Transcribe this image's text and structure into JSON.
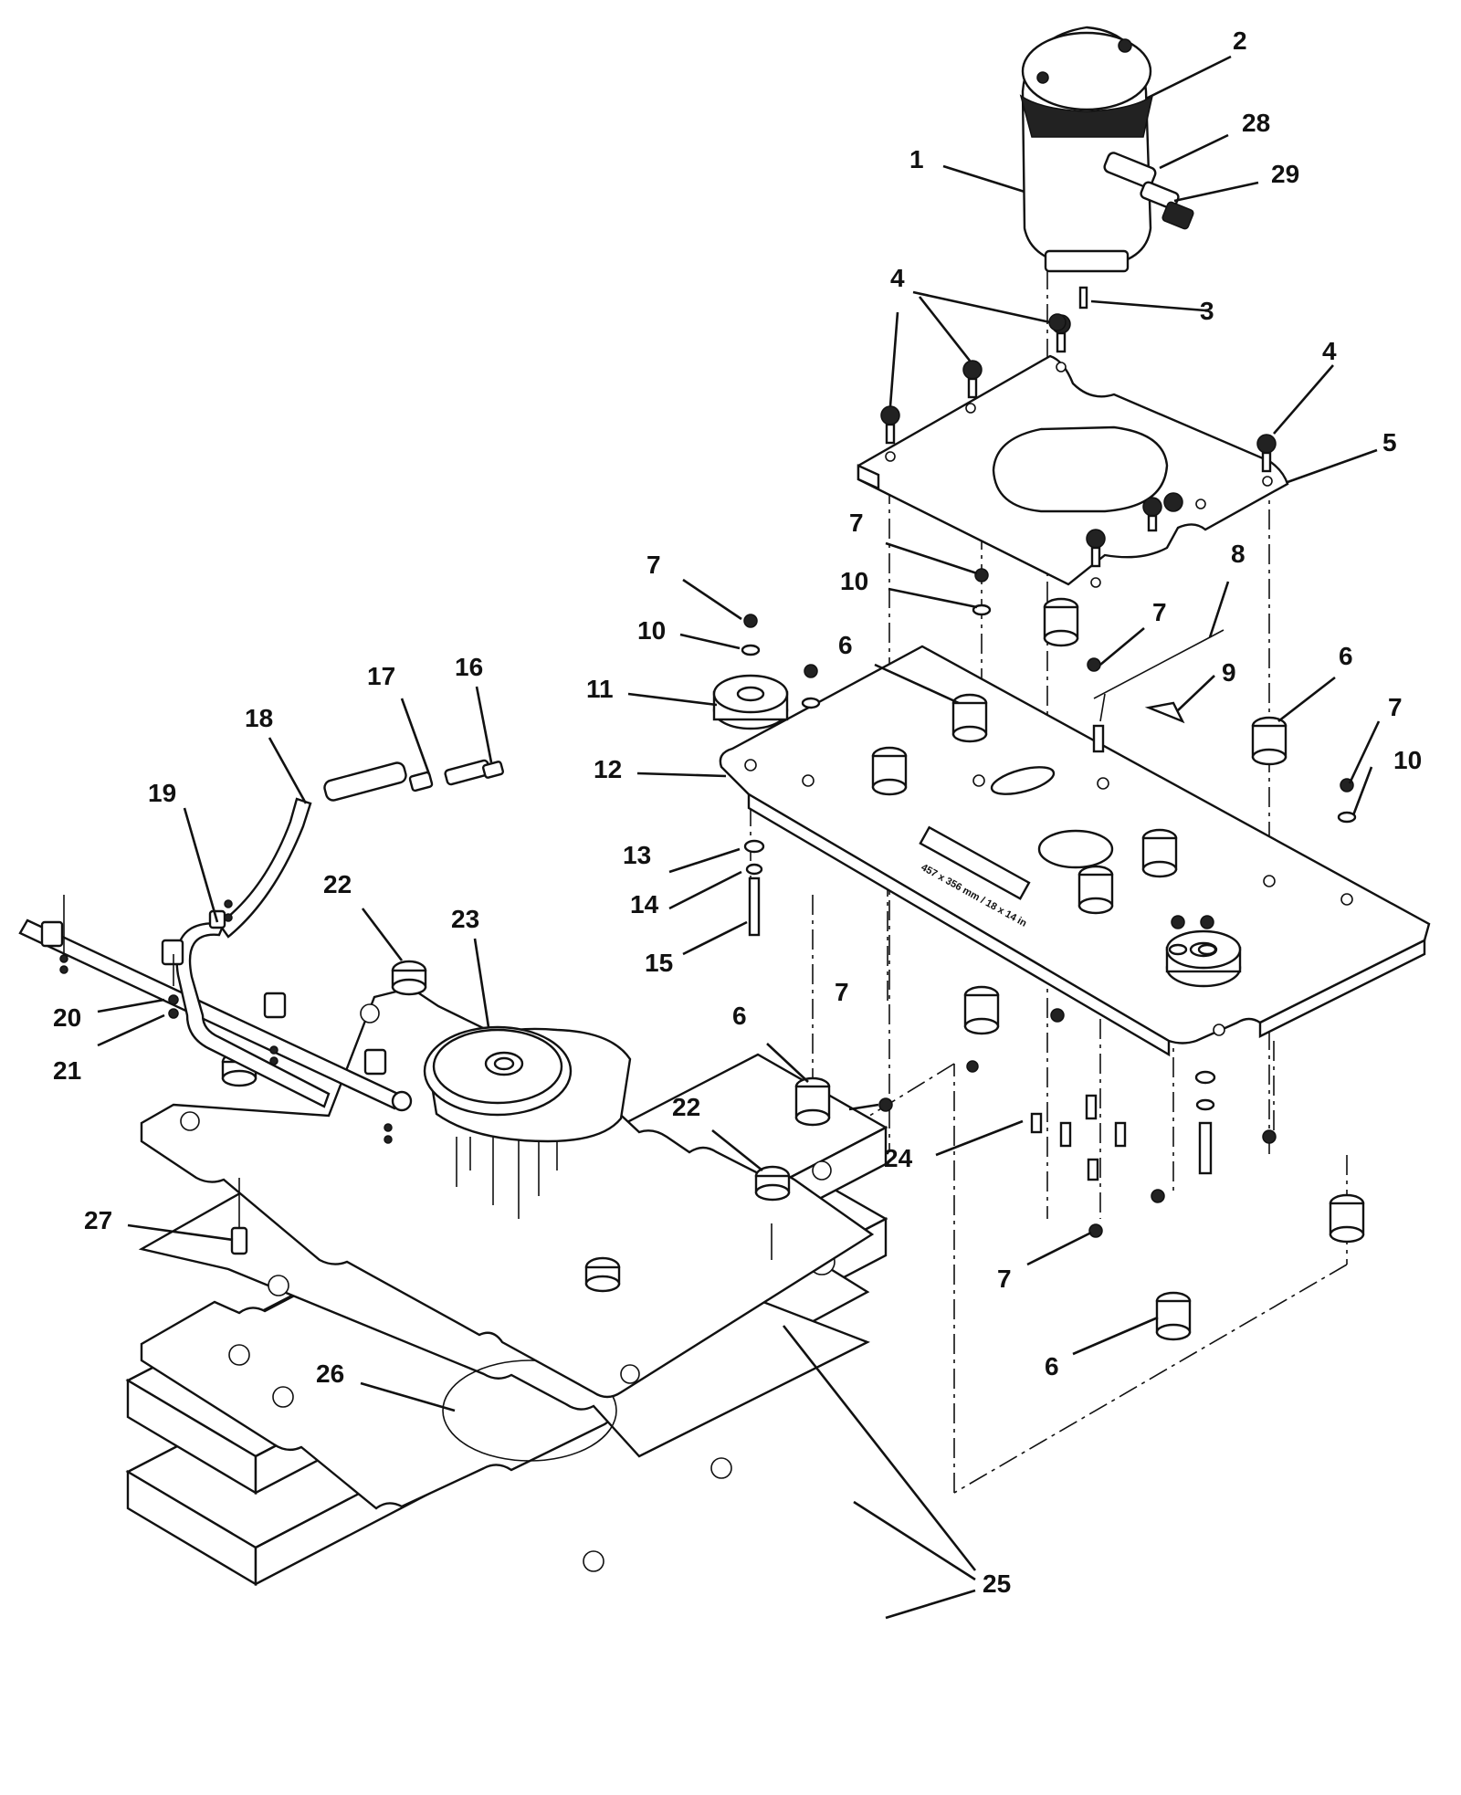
{
  "diagram": {
    "plate_label": "457 x 356 mm / 18 x 14 in",
    "callouts": [
      {
        "id": "c1",
        "label": "1"
      },
      {
        "id": "c2",
        "label": "2"
      },
      {
        "id": "c28",
        "label": "28"
      },
      {
        "id": "c29",
        "label": "29"
      },
      {
        "id": "c3",
        "label": "3"
      },
      {
        "id": "c4a",
        "label": "4"
      },
      {
        "id": "c4b",
        "label": "4"
      },
      {
        "id": "c5",
        "label": "5"
      },
      {
        "id": "c7a",
        "label": "7"
      },
      {
        "id": "c10a",
        "label": "10"
      },
      {
        "id": "c8",
        "label": "8"
      },
      {
        "id": "c7b",
        "label": "7"
      },
      {
        "id": "c9",
        "label": "9"
      },
      {
        "id": "c6a",
        "label": "6"
      },
      {
        "id": "c6b",
        "label": "6"
      },
      {
        "id": "c7c",
        "label": "7"
      },
      {
        "id": "c10b",
        "label": "10"
      },
      {
        "id": "c7d",
        "label": "7"
      },
      {
        "id": "c10c",
        "label": "10"
      },
      {
        "id": "c11",
        "label": "11"
      },
      {
        "id": "c12",
        "label": "12"
      },
      {
        "id": "c13",
        "label": "13"
      },
      {
        "id": "c14",
        "label": "14"
      },
      {
        "id": "c15",
        "label": "15"
      },
      {
        "id": "c16",
        "label": "16"
      },
      {
        "id": "c17",
        "label": "17"
      },
      {
        "id": "c18",
        "label": "18"
      },
      {
        "id": "c19",
        "label": "19"
      },
      {
        "id": "c22a",
        "label": "22"
      },
      {
        "id": "c23",
        "label": "23"
      },
      {
        "id": "c20",
        "label": "20"
      },
      {
        "id": "c21",
        "label": "21"
      },
      {
        "id": "c6c",
        "label": "6"
      },
      {
        "id": "c7e",
        "label": "7"
      },
      {
        "id": "c22b",
        "label": "22"
      },
      {
        "id": "c24",
        "label": "24"
      },
      {
        "id": "c27",
        "label": "27"
      },
      {
        "id": "c7f",
        "label": "7"
      },
      {
        "id": "c6d",
        "label": "6"
      },
      {
        "id": "c26",
        "label": "26"
      },
      {
        "id": "c25",
        "label": "25"
      }
    ]
  }
}
